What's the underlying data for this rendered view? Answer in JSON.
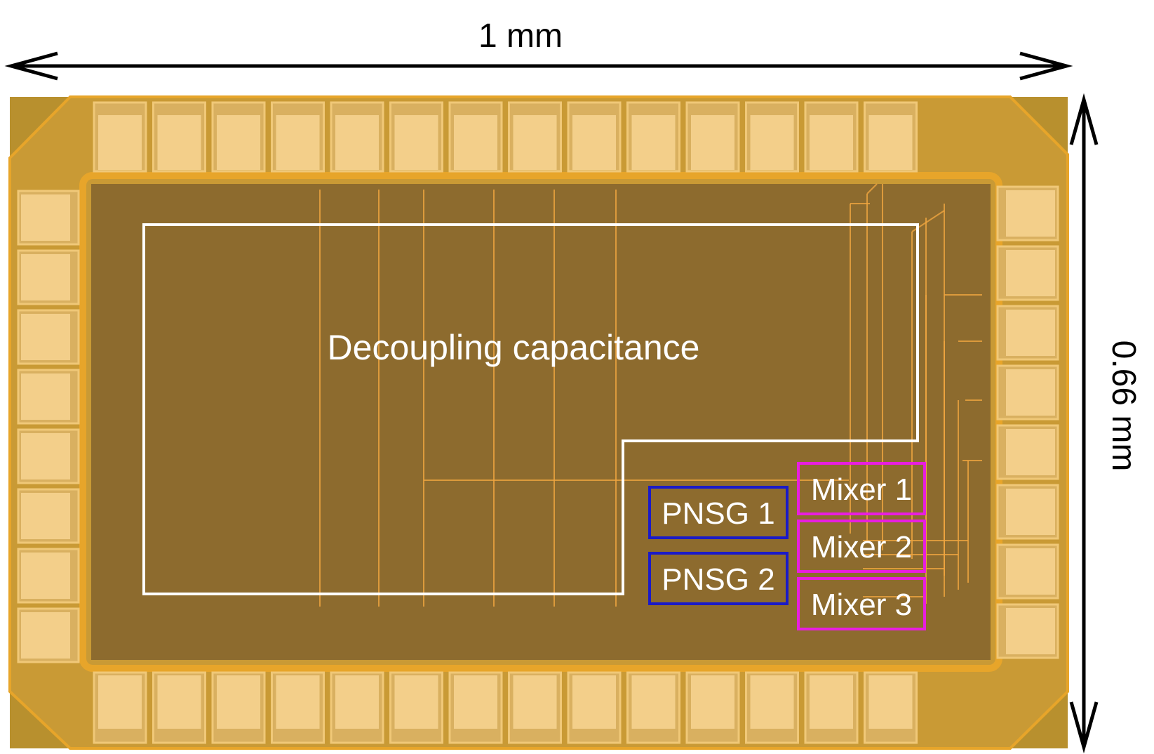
{
  "dimensions": {
    "width_label": "1 mm",
    "height_label": "0.66 mm"
  },
  "regions": {
    "decap_label": "Decoupling capacitance",
    "pnsg_1": "PNSG 1",
    "pnsg_2": "PNSG 2",
    "mixer_1": "Mixer 1",
    "mixer_2": "Mixer 2",
    "mixer_3": "Mixer 3"
  },
  "colors": {
    "background": "#ffffff",
    "die_outer": "#b8902e",
    "die_inner": "#8a6a2c",
    "core": "#8d6b2e",
    "seal_ring": "#e7a52a",
    "pad": "#f3cf8a",
    "trace": "#f0a640",
    "decap_outline": "#ffffff",
    "pnsg_outline": "#1a1ac8",
    "mixer_outline": "#e81ee0",
    "arrow": "#000000"
  },
  "die": {
    "pads_top": 14,
    "pads_bottom": 14,
    "pads_left": 8,
    "pads_right": 8
  }
}
